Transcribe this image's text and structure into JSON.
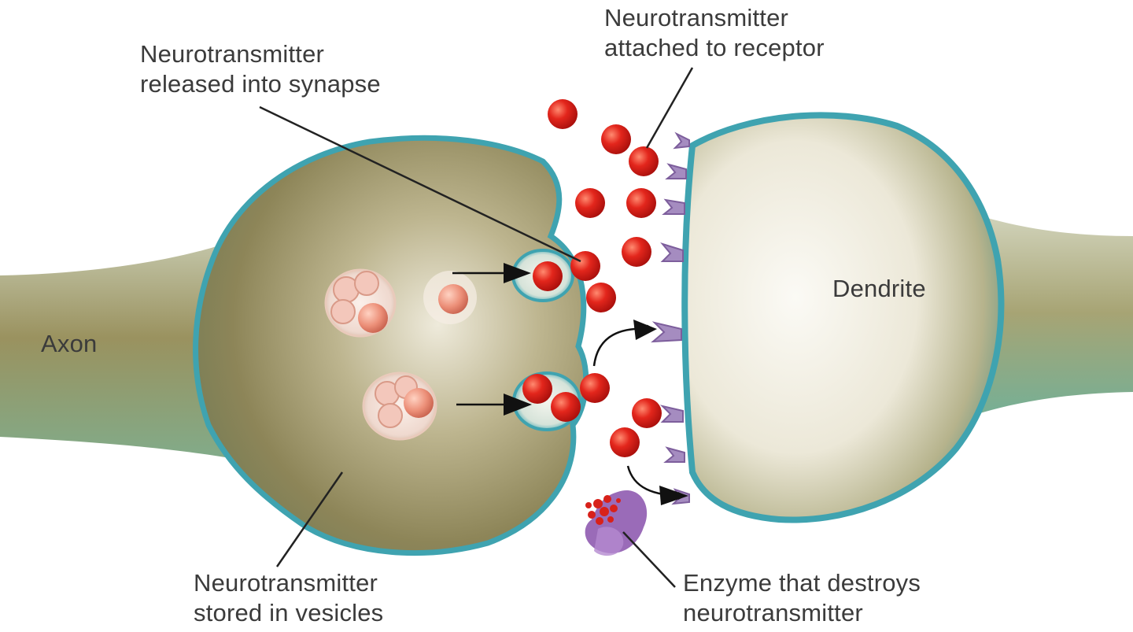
{
  "labels": {
    "released": [
      "Neurotransmitter",
      "released into synapse"
    ],
    "attached": [
      "Neurotransmitter",
      "attached to receptor"
    ],
    "axon": "Axon",
    "dendrite": "Dendrite",
    "stored": [
      "Neurotransmitter",
      "stored in vesicles"
    ],
    "enzyme": [
      "Enzyme that destroys",
      "neurotransmitter"
    ]
  },
  "colors": {
    "background": "#ffffff",
    "membrane": "#3fa3b0",
    "axon_body": "#8f8659",
    "dendrite_body": "#f2efe6",
    "neurotransmitter": "#e0261e",
    "receptor": "#a58cc0",
    "enzyme": "#9a6bb8",
    "text": "#3b3b3b"
  }
}
